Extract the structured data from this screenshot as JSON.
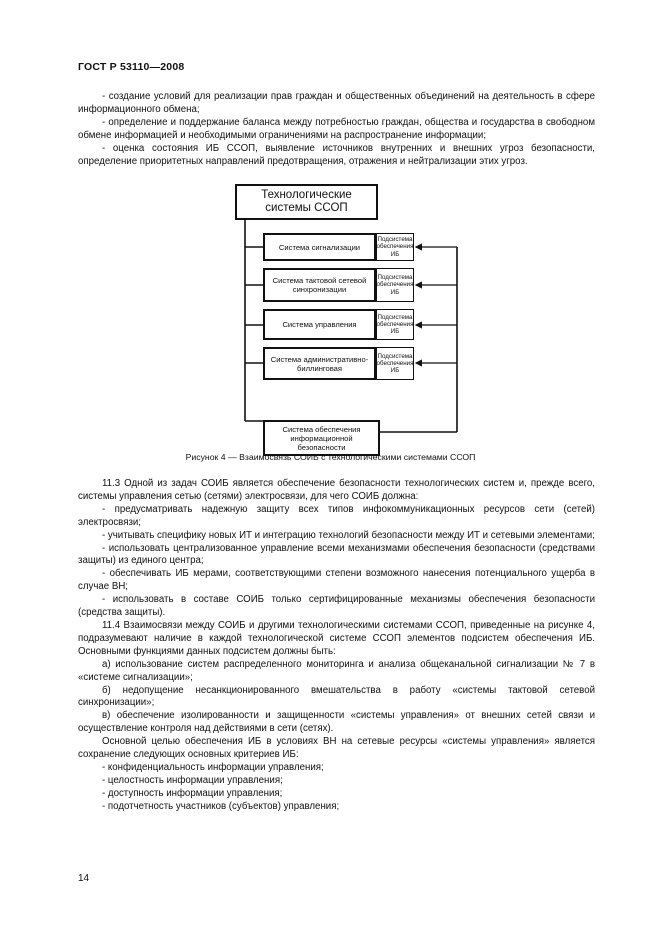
{
  "header": {
    "doc_id": "ГОСТ Р 53110—2008"
  },
  "intro_items": [
    "- создание условий для реализации прав граждан и общественных объединений на деятельность в сфере информационного обмена;",
    "- определение и поддержание баланса между потребностью граждан, общества и государства в свободном обмене информацией и необходимыми ограничениями на распространение информации;",
    "- оценка состояния ИБ ССОП, выявление источников внутренних и внешних угроз безопасности, определение приоритетных направлений предотвращения, отражения и нейтрализации этих угроз."
  ],
  "diagram": {
    "title": "Технологические системы ССОП",
    "systems": [
      "Система сигнализации",
      "Система тактовой сетевой синхронизации",
      "Система управления",
      "Система административно-биллинговая",
      "Система обеспечения информационной безопасности"
    ],
    "subsystem_label": "Подсистема обеспечения ИБ"
  },
  "caption": "Рисунок 4 — Взаимосвязь СОИБ с технологическими системами ССОП",
  "body_paragraphs": [
    "11.3 Одной из задач СОИБ является обеспечение безопасности технологических систем и, прежде всего, системы управления сетью (сетями) электросвязи, для чего СОИБ должна:",
    "- предусматривать надежную защиту всех типов инфокоммуникационных ресурсов сети (сетей) электросвязи;",
    "- учитывать специфику новых ИТ и интеграцию технологий безопасности между ИТ и сетевыми элементами;",
    "- использовать централизованное управление всеми механизмами обеспечения безопасности (средствами защиты) из единого центра;",
    "- обеспечивать ИБ мерами, соответствующими степени возможного нанесения потенциального ущерба в случае ВН;",
    "- использовать в составе СОИБ только сертифицированные механизмы обеспечения безопасности (средства защиты).",
    "11.4 Взаимосвязи между СОИБ и другими технологическими системами ССОП, приведенные на рисунке 4, подразумевают наличие в каждой технологической системе ССОП элементов подсистем обеспечения ИБ. Основными функциями данных подсистем должны быть:",
    "а) использование систем распределенного мониторинга и анализа общеканальной сигнализации № 7 в «системе сигнализации»;",
    "б) недопущение несанкционированного вмешательства в работу «системы тактовой сетевой синхронизации»;",
    "в) обеспечение изолированности и защищенности «системы управления» от внешних сетей связи и осуществление контроля над действиями в сети (сетях).",
    "Основной целью обеспечения ИБ в условиях ВН на сетевые ресурсы «системы управления» является сохранение следующих основных критериев ИБ:",
    "- конфиденциальность информации управления;",
    "- целостность информации управления;",
    "- доступность информации управления;",
    "- подотчетность участников (субъектов) управления;"
  ],
  "page_number": "14"
}
